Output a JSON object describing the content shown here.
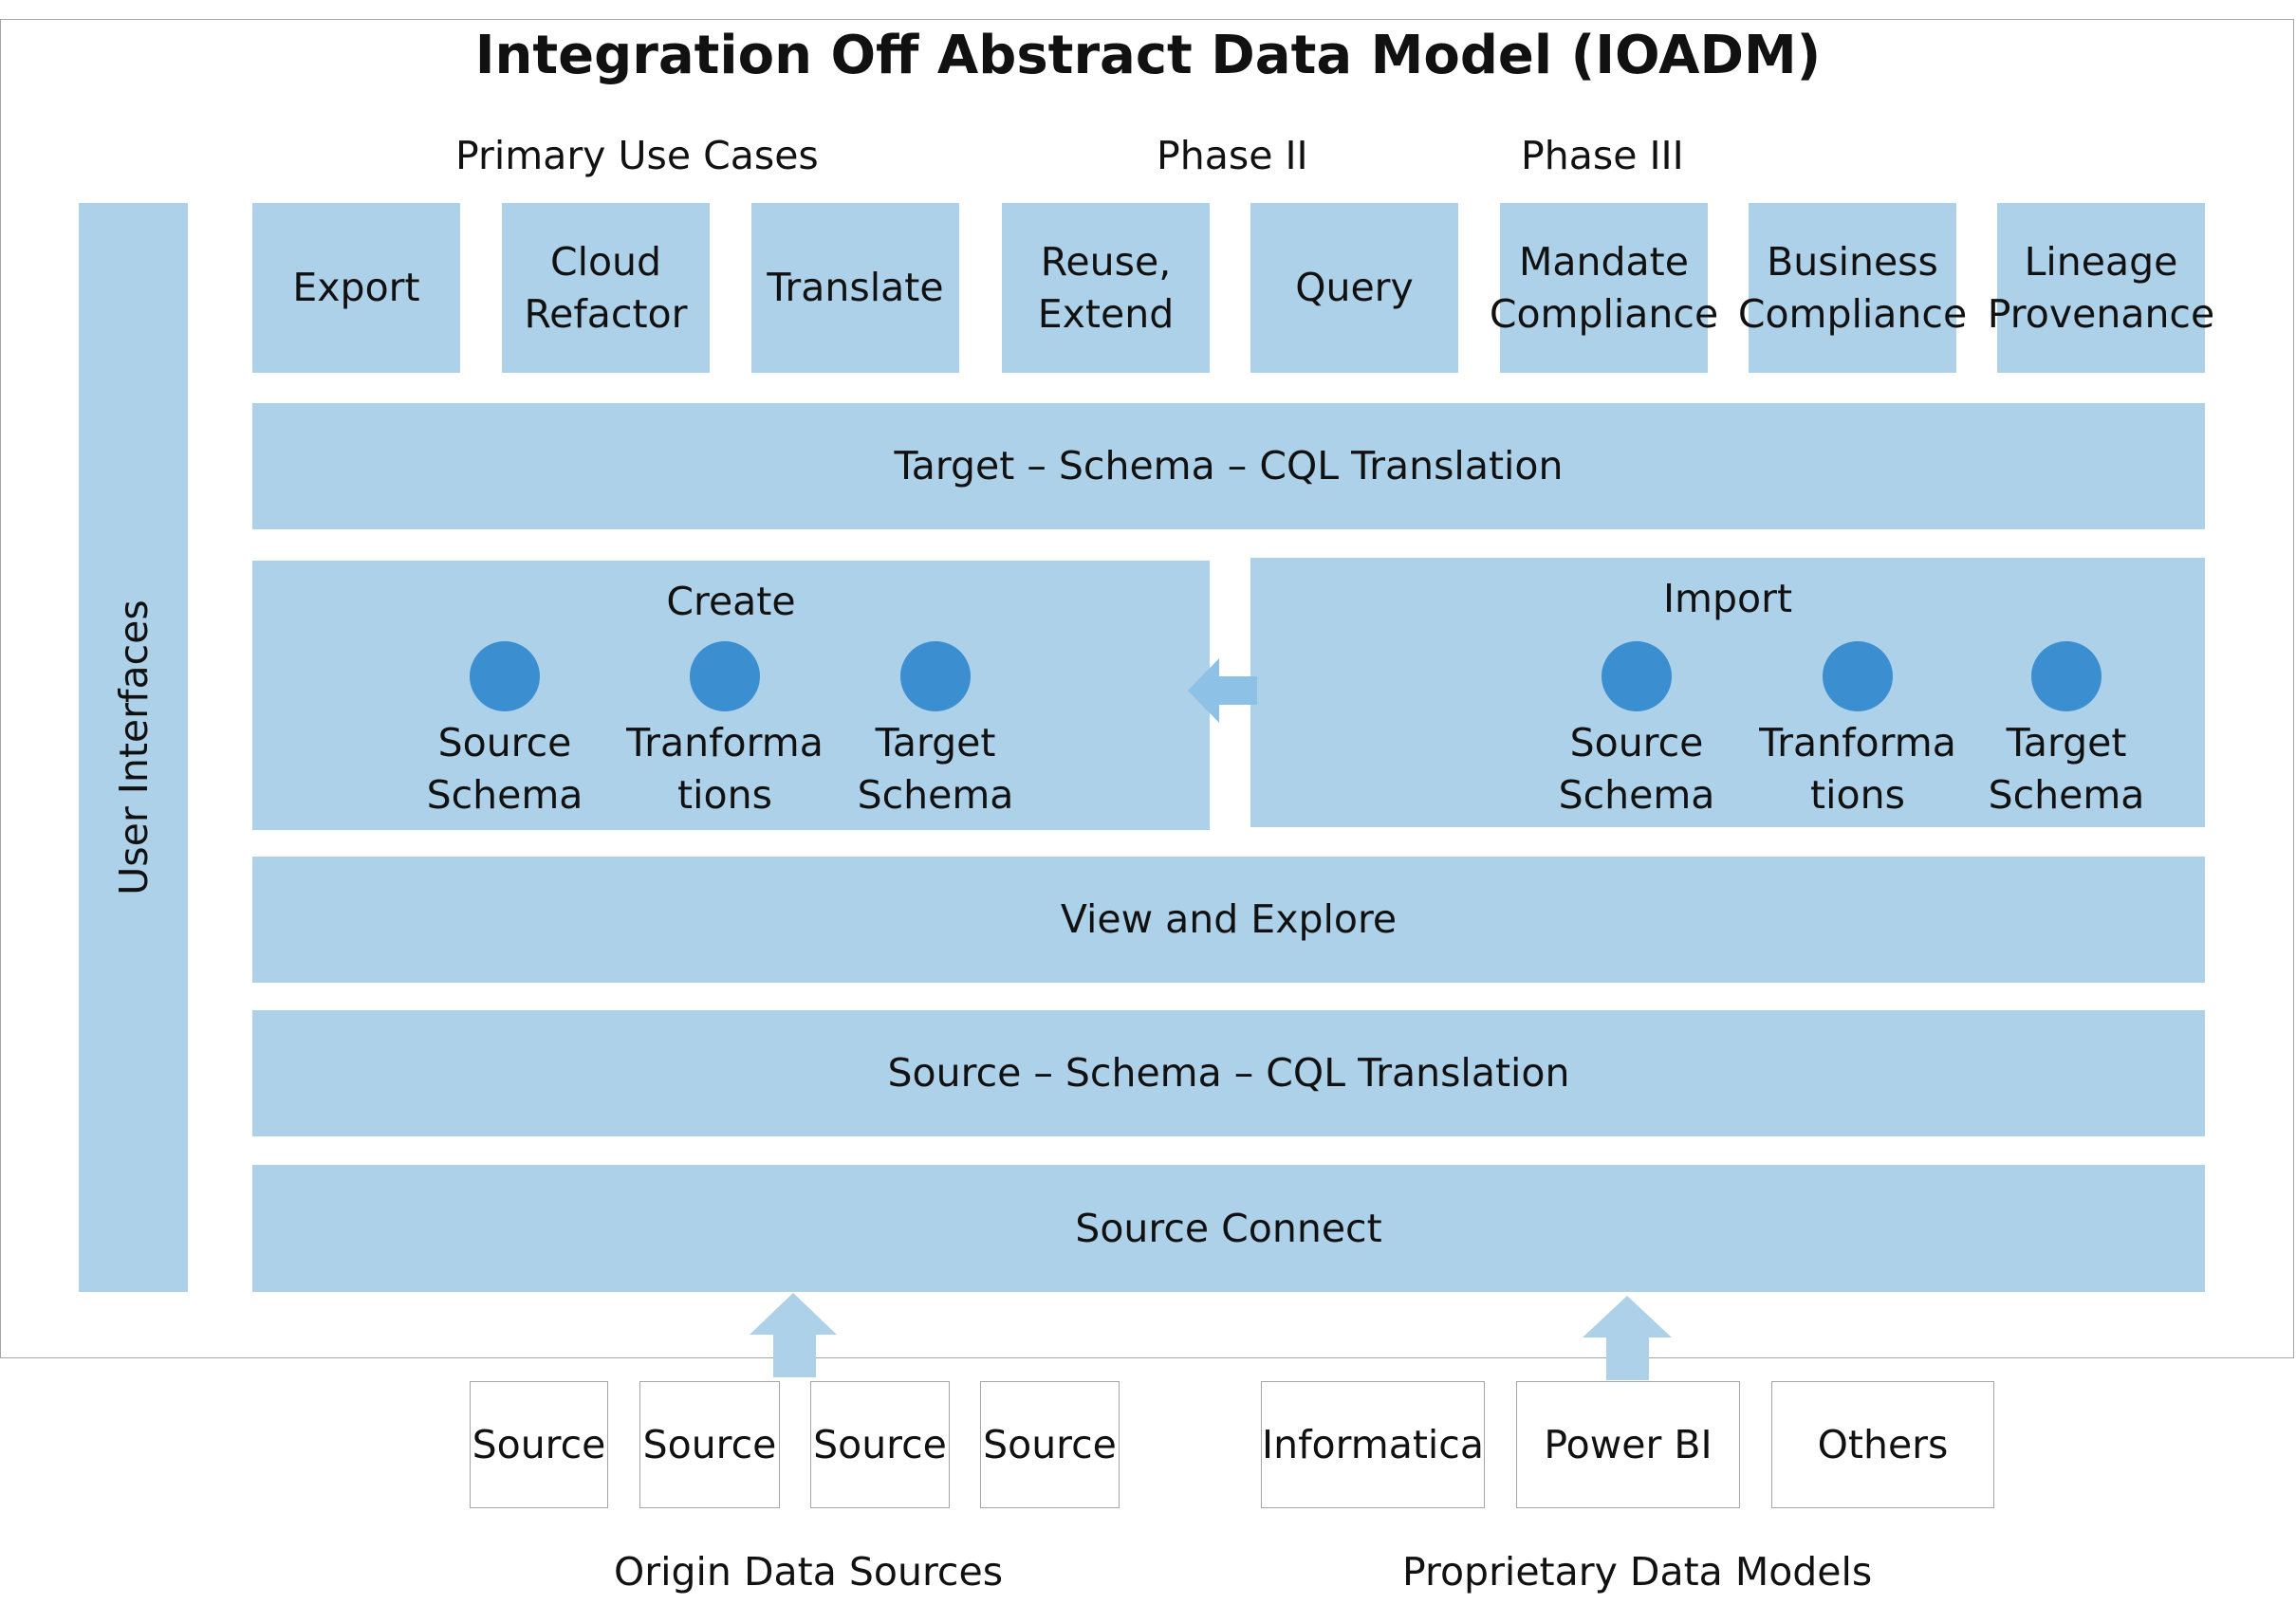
{
  "title": "Integration Off Abstract Data Model (IOADM)",
  "group_labels": {
    "primary": "Primary Use Cases",
    "phase2": "Phase II",
    "phase3": "Phase III"
  },
  "sidebar": {
    "label": "User Interfaces"
  },
  "use_cases": [
    "Export",
    "Cloud\nRefactor",
    "Translate",
    "Reuse,\nExtend",
    "Query",
    "Mandate\nCompliance",
    "Business\nCompliance",
    "Lineage\nProvenance"
  ],
  "layers": {
    "target_translation": "Target – Schema – CQL Translation",
    "view_explore": "View and Explore",
    "source_translation": "Source – Schema  – CQL Translation",
    "source_connect": "Source Connect"
  },
  "create_panel": {
    "title": "Create",
    "nodes": [
      "Source\nSchema",
      "Tranforma\ntions",
      "Target\nSchema"
    ]
  },
  "import_panel": {
    "title": "Import",
    "nodes": [
      "Source\nSchema",
      "Tranforma\ntions",
      "Target\nSchema"
    ]
  },
  "origin_sources": {
    "items": [
      "Source",
      "Source",
      "Source",
      "Source"
    ],
    "caption": "Origin Data Sources"
  },
  "proprietary_models": {
    "items": [
      "Informatica",
      "Power BI",
      "Others"
    ],
    "caption": "Proprietary Data Models"
  },
  "colors": {
    "box_fill": "#aed1ea",
    "node_fill": "#3b8ed0",
    "border": "#a6a6a6"
  }
}
